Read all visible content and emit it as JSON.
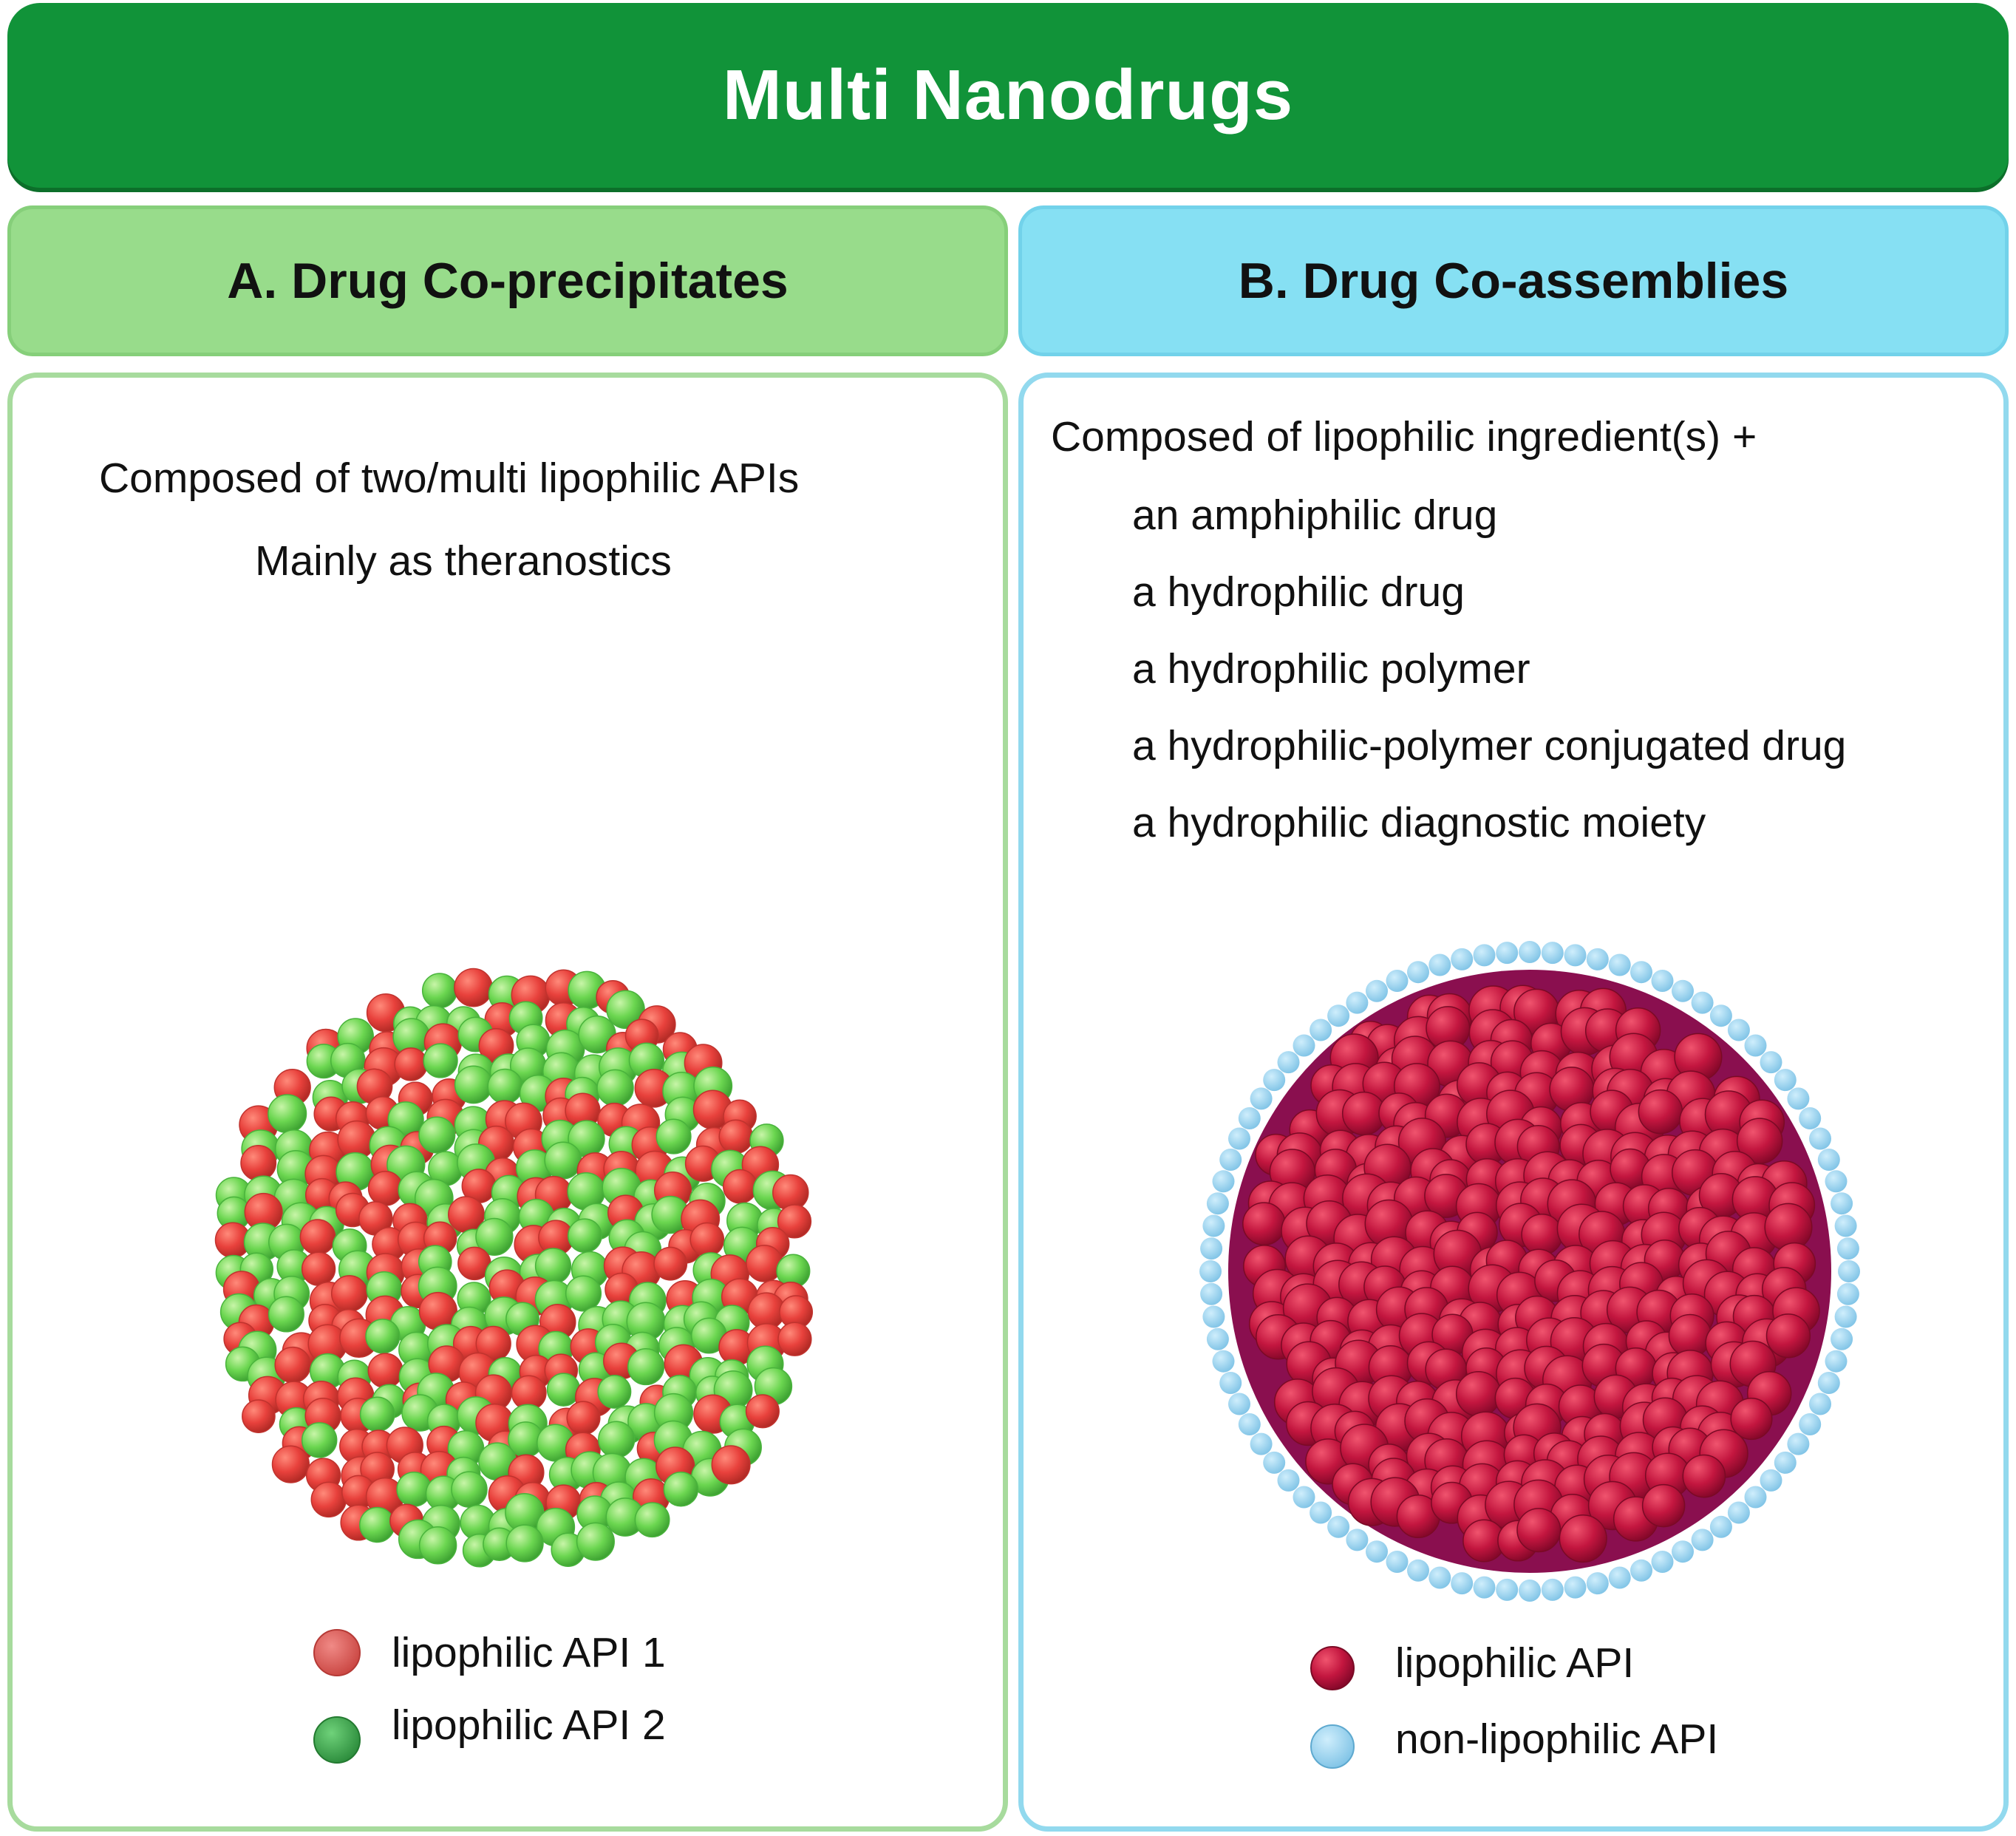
{
  "title": "Multi Nanodrugs",
  "panel_a": {
    "header": "A. Drug Co-precipitates",
    "lines": [
      "Composed of two/multi lipophilic APIs",
      "Mainly as theranostics"
    ],
    "legend": [
      {
        "label": "lipophilic API 1",
        "color": "#d9534f"
      },
      {
        "label": "lipophilic API 2",
        "color": "#34a853"
      }
    ]
  },
  "panel_b": {
    "header": "B. Drug Co-assemblies",
    "intro": "Composed of lipophilic ingredient(s) +",
    "items": [
      "an amphiphilic drug",
      "a hydrophilic drug",
      "a hydrophilic polymer",
      "a hydrophilic-polymer conjugated drug",
      "a hydrophilic diagnostic moiety"
    ],
    "legend": [
      {
        "label": "lipophilic API",
        "color": "#b3123a"
      },
      {
        "label": "non-lipophilic API",
        "color": "#8ecbe8"
      }
    ]
  },
  "colors": {
    "banner": "#119339",
    "header_a": "#98dc8b",
    "header_b": "#86e0f3",
    "border_a": "#a7db9d",
    "border_b": "#92d9ee",
    "api_red": "#e8413c",
    "api_green": "#5fd04a",
    "core_red": "#b3123a",
    "core_ring": "#8a0f4f",
    "shell_blue": "#8ecbe8"
  }
}
